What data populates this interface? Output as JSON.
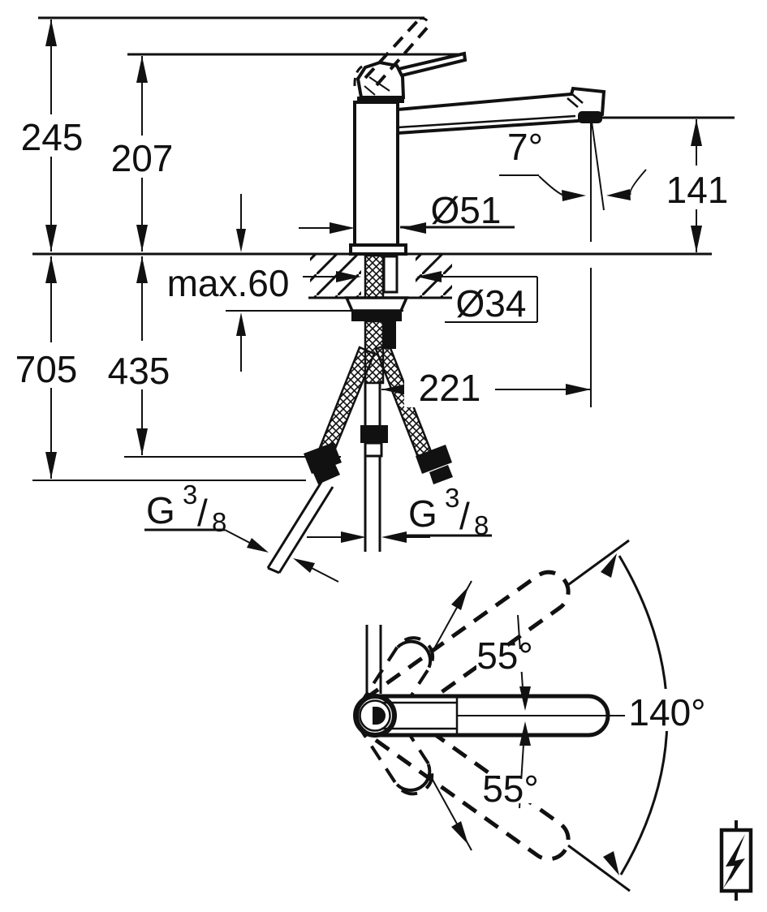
{
  "side_view": {
    "dims": {
      "total_height": "245",
      "spout_height": "207",
      "outlet_height": "141",
      "spout_angle": "7°",
      "body_diameter": "Ø51",
      "max_counter_thickness": "max.60",
      "hole_diameter": "Ø34",
      "below_counter_depth": "705",
      "hose_drop": "435",
      "spout_reach": "221"
    },
    "thread_left": {
      "letter": "G",
      "numerator": "3",
      "slash": "/",
      "denominator": "8"
    },
    "thread_right": {
      "letter": "G",
      "numerator": "3",
      "slash": "/",
      "denominator": "8"
    }
  },
  "plan_view": {
    "handle_angle_upper": "55°",
    "handle_angle_lower": "55°",
    "swivel_range": "140°"
  },
  "icons": {
    "low_pressure_symbol": "lightning-bolt"
  },
  "colors": {
    "line": "#111111",
    "background": "#ffffff"
  }
}
